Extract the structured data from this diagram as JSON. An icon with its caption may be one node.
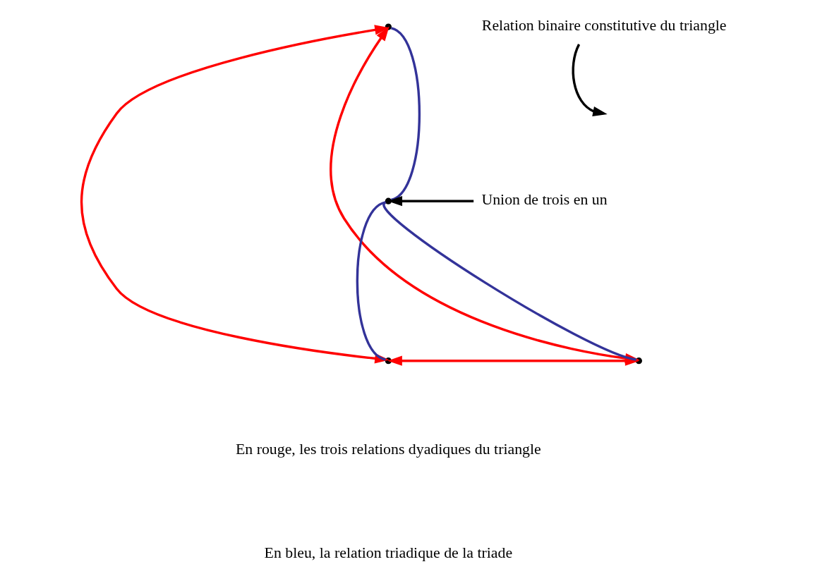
{
  "diagram": {
    "nodes": [
      {
        "text": [],
        "shape": "point"
      },
      {
        "text": [],
        "shape": "point"
      },
      {
        "text": [],
        "shape": "point"
      },
      {
        "text": [],
        "shape": "point"
      },
      {
        "text": [
          "Union de trois en un"
        ]
      },
      {
        "text": [
          "Relation binaire constitutive du triangle"
        ]
      }
    ],
    "edges": [
      {
        "from": 0,
        "to": 1,
        "arrow": "both",
        "color": "#ff0000"
      },
      {
        "from": 0,
        "to": 2,
        "arrow": "both",
        "color": "#ff0000"
      },
      {
        "from": 1,
        "to": 2,
        "arrow": "both",
        "color": "#ff0000"
      },
      {
        "from": 3,
        "to": 0,
        "arrow": "none",
        "color": "#333399"
      },
      {
        "from": 3,
        "to": 1,
        "arrow": "none",
        "color": "#333399"
      },
      {
        "from": 3,
        "to": 2,
        "arrow": "none",
        "color": "#333399"
      },
      {
        "from": 4,
        "to": 3,
        "arrow": "to",
        "color": "#000000"
      },
      {
        "from": 5,
        "to": null,
        "arrow": "to",
        "color": "#000000"
      }
    ],
    "labels": [
      "En rouge, les trois relations dyadiques du triangle",
      "En bleu, la relation triadique de la triade"
    ]
  }
}
